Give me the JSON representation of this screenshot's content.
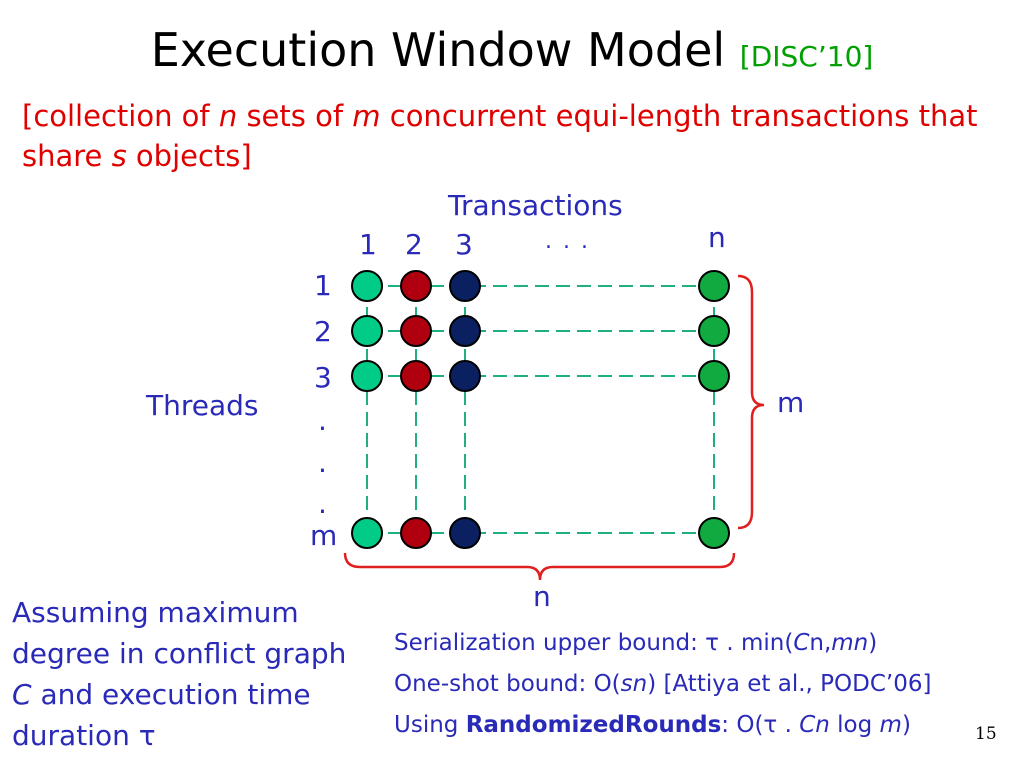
{
  "title": {
    "main": "Execution Window Model",
    "cite": "[DISC’10]"
  },
  "subtitle": {
    "p1": "[collection of ",
    "n": "n",
    "p2": " sets of ",
    "m": "m",
    "p3": " concurrent equi-length transactions that share ",
    "s": "s",
    "p4": " objects]"
  },
  "diagram": {
    "transactions_label": "Transactions",
    "threads_label": "Threads",
    "column_labels": [
      "1",
      "2",
      "3"
    ],
    "column_ellipsis": ". . .",
    "column_last": "n",
    "row_labels": [
      "1",
      "2",
      "3"
    ],
    "row_dots": [
      ".",
      ".",
      "."
    ],
    "row_last": "m",
    "brace_right_label": "m",
    "brace_bottom_label": "n",
    "colors": {
      "col1": "#00cc88",
      "col2": "#b00010",
      "col3": "#0a2060",
      "coln": "#10aa40",
      "grid_line": "#20b080",
      "brace": "#e02020"
    }
  },
  "assumption": {
    "p1": "Assuming maximum degree in conflict graph ",
    "C": "C",
    "p2": " and execution time duration τ"
  },
  "bounds": {
    "ser_prefix": "Serialization upper bound: τ . min(",
    "ser_C": "C",
    "ser_n": "n",
    "ser_comma": ",",
    "ser_mn": "mn",
    "ser_suffix": ")",
    "oneshot_prefix": "One-shot bound: O(",
    "oneshot_sn": "sn",
    "oneshot_suffix": ") [Attiya et al., PODC’06]",
    "using_prefix": "Using ",
    "using_alg": "RandomizedRounds",
    "using_mid": ": O(τ . ",
    "using_Cn": "Cn",
    "using_log": " log ",
    "using_m": "m",
    "using_suffix": ")"
  },
  "page_number": "15"
}
